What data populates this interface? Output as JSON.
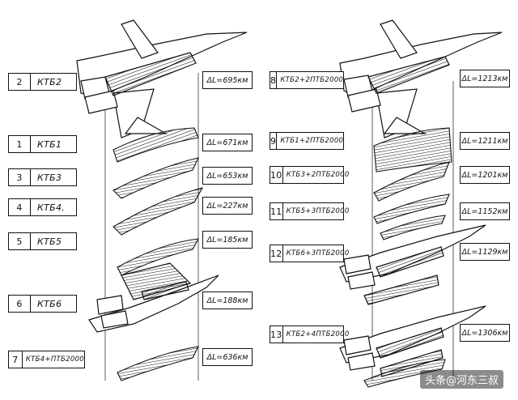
{
  "left_column": [
    {
      "num": "2",
      "label": "КТБ2",
      "delta": "ΔL=695км"
    },
    {
      "num": "1",
      "label": "КТБ1",
      "delta": "ΔL=671км"
    },
    {
      "num": "3",
      "label": "КТБ3",
      "delta": "ΔL=653км"
    },
    {
      "num": "4",
      "label": "КТБ4.",
      "delta": "ΔL=227км"
    },
    {
      "num": "5",
      "label": "КТБ5",
      "delta": "ΔL=185км"
    },
    {
      "num": "6",
      "label": "КТБ6",
      "delta": "ΔL=188км"
    },
    {
      "num": "7",
      "label": "КТБ4+ПТБ2000",
      "delta": "ΔL=636км"
    }
  ],
  "right_column": [
    {
      "num": "8",
      "label": "КТБ2+2ПТБ2000",
      "delta": "ΔL=1213км"
    },
    {
      "num": "9",
      "label": "КТБ1+2ПТБ2000",
      "delta": "ΔL=1211км"
    },
    {
      "num": "10",
      "label": "КТБ3+2ПТБ2000",
      "delta": "ΔL=1201км"
    },
    {
      "num": "11",
      "label": "КТБ5+3ПТБ2000",
      "delta": "ΔL=1152км"
    },
    {
      "num": "12",
      "label": "КТБ6+3ПТБ2000",
      "delta": "ΔL=1129км"
    },
    {
      "num": "13",
      "label": "КТБ2+4ПТБ2000",
      "delta": "ΔL=1306км"
    }
  ],
  "watermark": "头条@河东三叔"
}
